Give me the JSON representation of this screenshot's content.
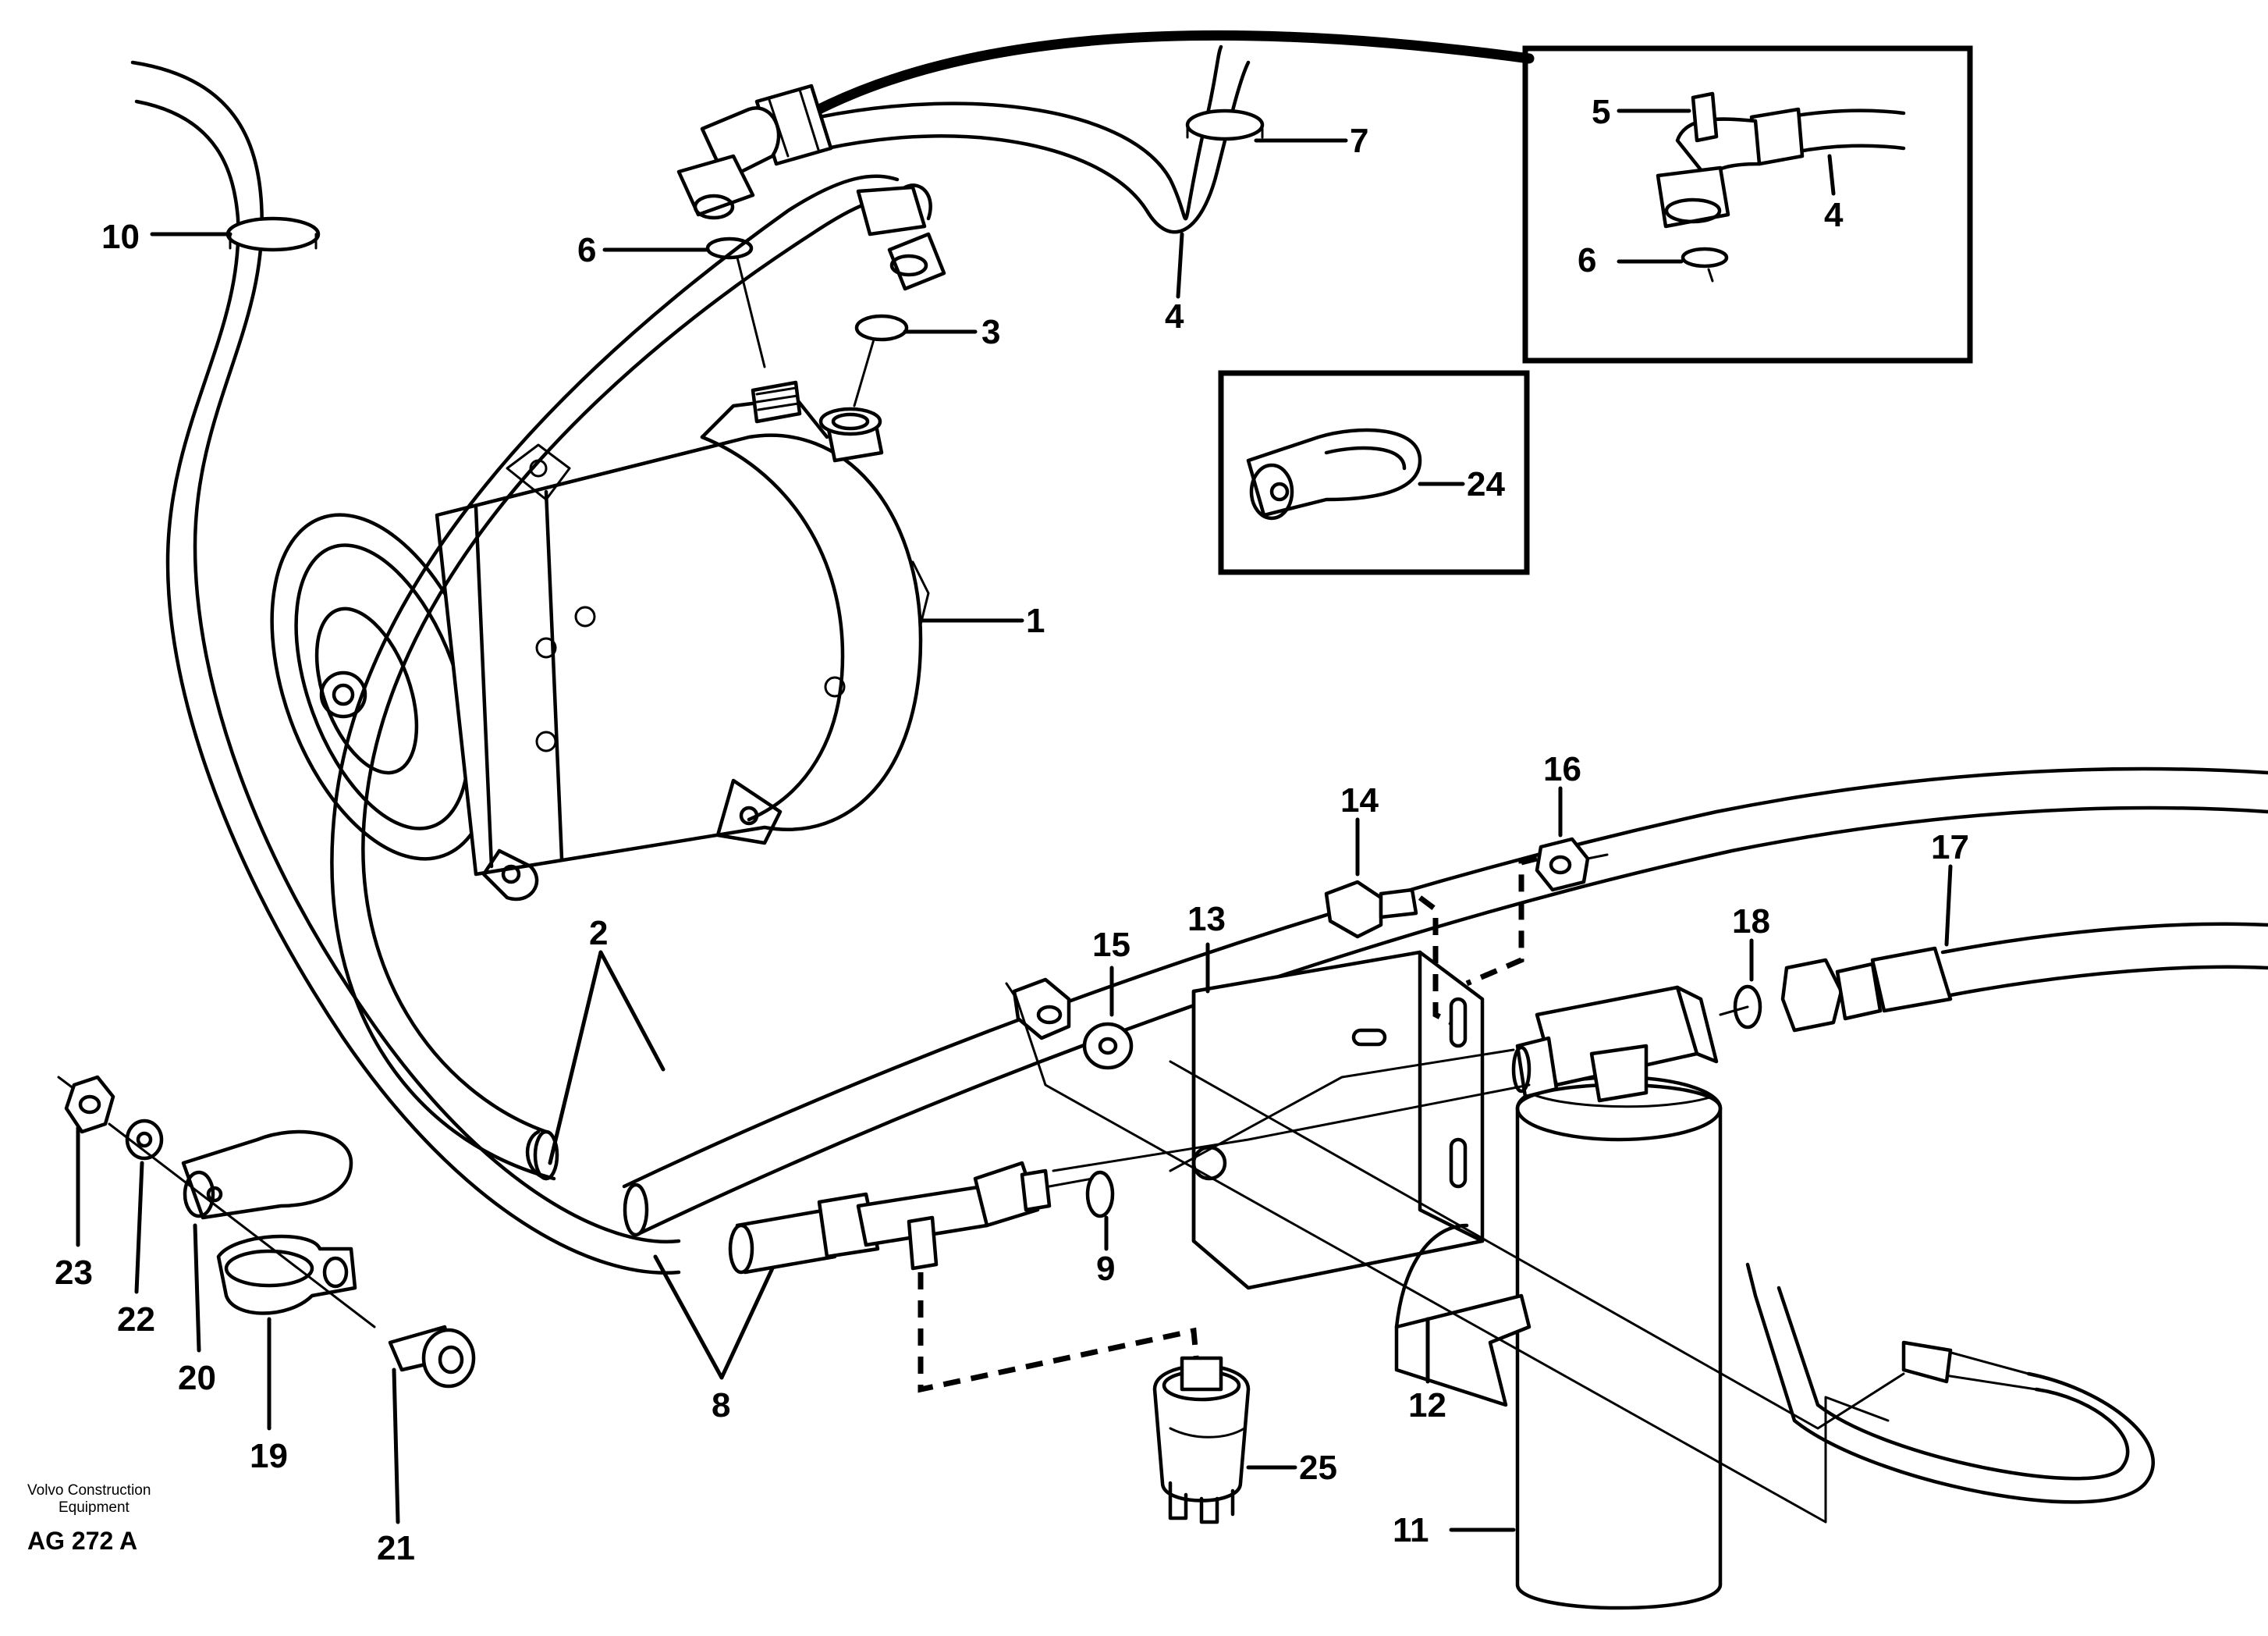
{
  "diagram": {
    "credit_line1": "Volvo Construction",
    "credit_line2": "Equipment",
    "figure_code": "AG 272 A",
    "callouts": {
      "c1": "1",
      "c2": "2",
      "c3": "3",
      "c4a": "4",
      "c4b": "4",
      "c5": "5",
      "c6a": "6",
      "c6b": "6",
      "c7": "7",
      "c8": "8",
      "c9": "9",
      "c10": "10",
      "c11": "11",
      "c12": "12",
      "c13": "13",
      "c14": "14",
      "c15": "15",
      "c16": "16",
      "c17": "17",
      "c18": "18",
      "c19": "19",
      "c20": "20",
      "c21": "21",
      "c22": "22",
      "c23": "23",
      "c24": "24",
      "c25": "25"
    }
  }
}
